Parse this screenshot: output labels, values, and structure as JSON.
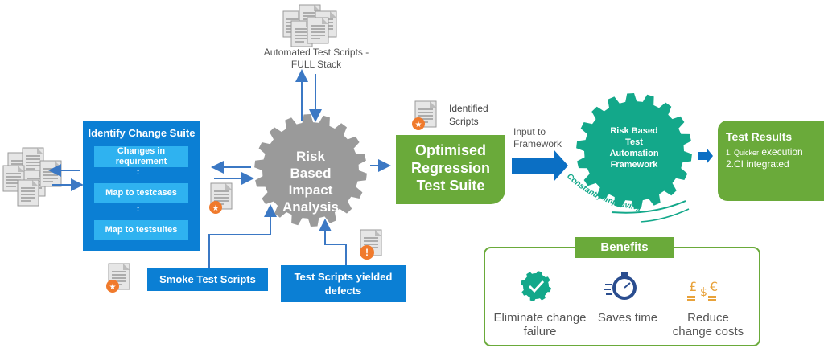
{
  "top_scripts": {
    "label": "Automated Test Scripts - FULL Stack"
  },
  "identify": {
    "title": "Identify Change Suite",
    "steps": [
      "Changes in requirement",
      "Map to testcases",
      "Map to testsuites"
    ]
  },
  "impact": {
    "label": "Risk Based Impact Analysis"
  },
  "smoke": {
    "label": "Smoke Test Scripts"
  },
  "yielded": {
    "label": "Test Scripts yielded defects"
  },
  "identified": {
    "label": "Identified Scripts"
  },
  "optimised": {
    "label": "Optimised Regression Test Suite"
  },
  "input": {
    "label": "Input to Framework"
  },
  "framework": {
    "label": "Risk Based Test Automation Framework",
    "arc_label": "Constantly Improving"
  },
  "results": {
    "title": "Test Results",
    "item1_prefix": "1. ",
    "item1_small": "Quicker",
    "item1_rest": " execution",
    "item2": "2.CI integrated"
  },
  "benefits": {
    "title": "Benefits",
    "items": [
      {
        "label": "Eliminate change failure",
        "icon": "gear-check-icon"
      },
      {
        "label": "Saves time",
        "icon": "stopwatch-icon"
      },
      {
        "label": "Reduce change costs",
        "icon": "currency-icon"
      }
    ]
  },
  "colors": {
    "blue": "#0b7fd4",
    "light_blue": "#2fb2f0",
    "green": "#6aaa3a",
    "teal": "#13a88a",
    "gray_gear": "#9a9a9a",
    "arrow_blue": "#3b78c4"
  }
}
